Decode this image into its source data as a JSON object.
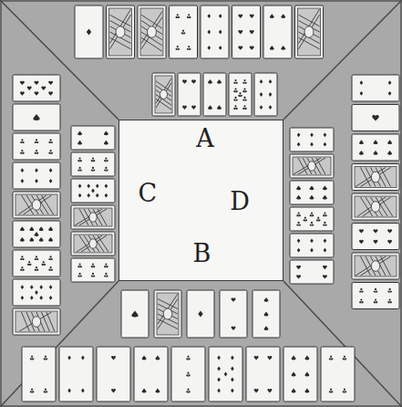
{
  "diagram": {
    "nodes": [
      {
        "text": [
          "A",
          "C",
          "D",
          "B"
        ]
      }
    ]
  }
}
